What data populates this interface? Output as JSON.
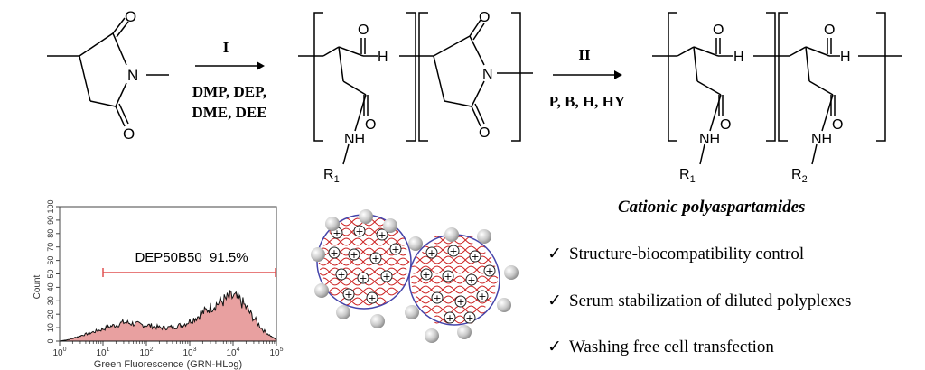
{
  "reaction": {
    "step1_label": "I",
    "step1_reagents_line1": "DMP, DEP,",
    "step1_reagents_line2": "DME, DEE",
    "step2_label": "II",
    "step2_reagents": "P, B, H, HY"
  },
  "atoms": {
    "O": "O",
    "N": "N",
    "NH": "NH",
    "H": "H",
    "R1_main": "R",
    "R1_sub": "1",
    "R2_main": "R",
    "R2_sub": "2"
  },
  "histogram": {
    "ylabel": "Count",
    "xlabel": "Green Fluorescence (GRN-HLog)",
    "gate_label": "DEP50B50  91.5%",
    "y_ticks": [
      "0",
      "10",
      "20",
      "30",
      "40",
      "50",
      "60",
      "70",
      "80",
      "90",
      "100"
    ],
    "x_ticks": [
      {
        "base": "10",
        "exp": "0"
      },
      {
        "base": "10",
        "exp": "1"
      },
      {
        "base": "10",
        "exp": "2"
      },
      {
        "base": "10",
        "exp": "3"
      },
      {
        "base": "10",
        "exp": "4"
      },
      {
        "base": "10",
        "exp": "5"
      }
    ],
    "fill_color": "#e8a0a0",
    "gate_color": "#e05050"
  },
  "chart_data": {
    "type": "area",
    "title": "",
    "xlabel": "Green Fluorescence (GRN-HLog)",
    "ylabel": "Count",
    "x_scale": "log",
    "xlim": [
      1,
      100000
    ],
    "ylim": [
      0,
      100
    ],
    "annotation": "DEP50B50  91.5%",
    "gate_range": [
      10,
      100000
    ],
    "x": [
      1,
      1.5,
      2,
      3,
      5,
      8,
      10,
      15,
      20,
      30,
      50,
      80,
      100,
      150,
      200,
      300,
      500,
      800,
      1000,
      1500,
      2000,
      3000,
      5000,
      8000,
      10000,
      15000,
      20000,
      30000,
      50000,
      80000,
      100000
    ],
    "y": [
      0,
      1,
      2,
      4,
      6,
      8,
      9,
      11,
      12,
      14,
      13,
      12,
      12,
      11,
      10,
      10,
      11,
      13,
      15,
      18,
      21,
      25,
      29,
      32,
      33,
      30,
      25,
      17,
      8,
      3,
      1
    ]
  },
  "polyplex": {
    "plus_symbol": "+",
    "circle_color": "#4444aa",
    "dna_color": "#cc2222"
  },
  "product": {
    "title": "Cationic polyaspartamides",
    "checkmark": "✓",
    "features": [
      "Structure-biocompatibility  control",
      "Serum stabilization of diluted polyplexes",
      "Washing  free cell transfection"
    ]
  }
}
